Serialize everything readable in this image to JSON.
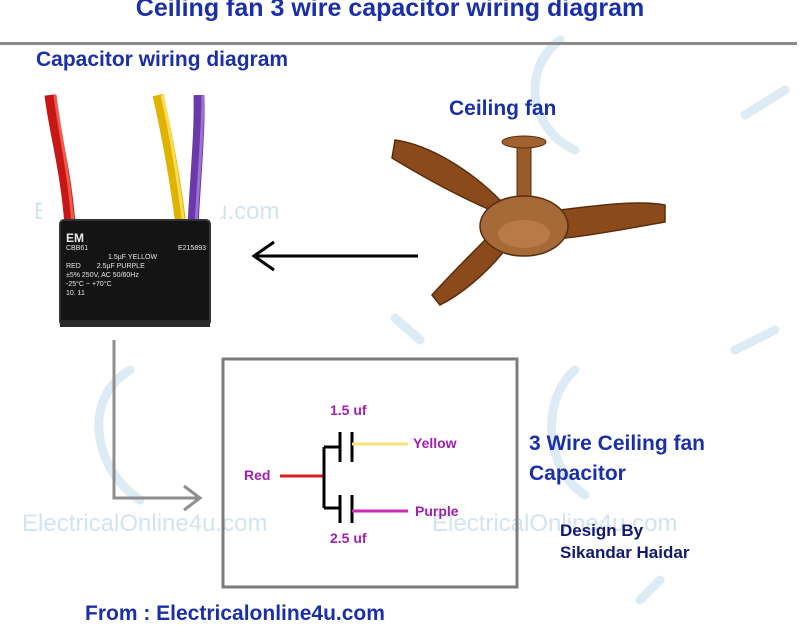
{
  "title": "Ceiling fan 3 wire capacitor wiring diagram",
  "capacitor_section_title": "Capacitor wiring diagram",
  "fan_section_title": "Ceiling fan",
  "capacitor_label_line1": "3 Wire Ceiling fan",
  "capacitor_label_line2": "Capacitor",
  "design_by_line1": "Design By",
  "design_by_line2": "Sikandar Haidar",
  "from_label": "From : Electricalonline4u.com",
  "watermark": "ElectricalOnline4u.com",
  "capacitor_body": {
    "brand": "EM",
    "model": "CBB61",
    "cert": "E215893",
    "rating_1": "1.5µF",
    "rating_2": "2.5µF",
    "wire_1": "YELLOW",
    "wire_2": "PURPLE",
    "common": "RED",
    "spec": "±5% 250V, AC 50/60Hz",
    "temp": "-25°C ~ +70°C",
    "date": "10. 11"
  },
  "schematic": {
    "wire_common": "Red",
    "wire_1": "Yellow",
    "wire_2": "Purple",
    "cap_1_value": "1.5 uf",
    "cap_2_value": "2.5 uf"
  },
  "colors": {
    "title_blue": "#1a2fa8",
    "red_wire": "#d81e1e",
    "yellow_wire": "#f6e27a",
    "purple_wire": "#cc2bb8",
    "fan_brown": "#8a4a1c"
  }
}
